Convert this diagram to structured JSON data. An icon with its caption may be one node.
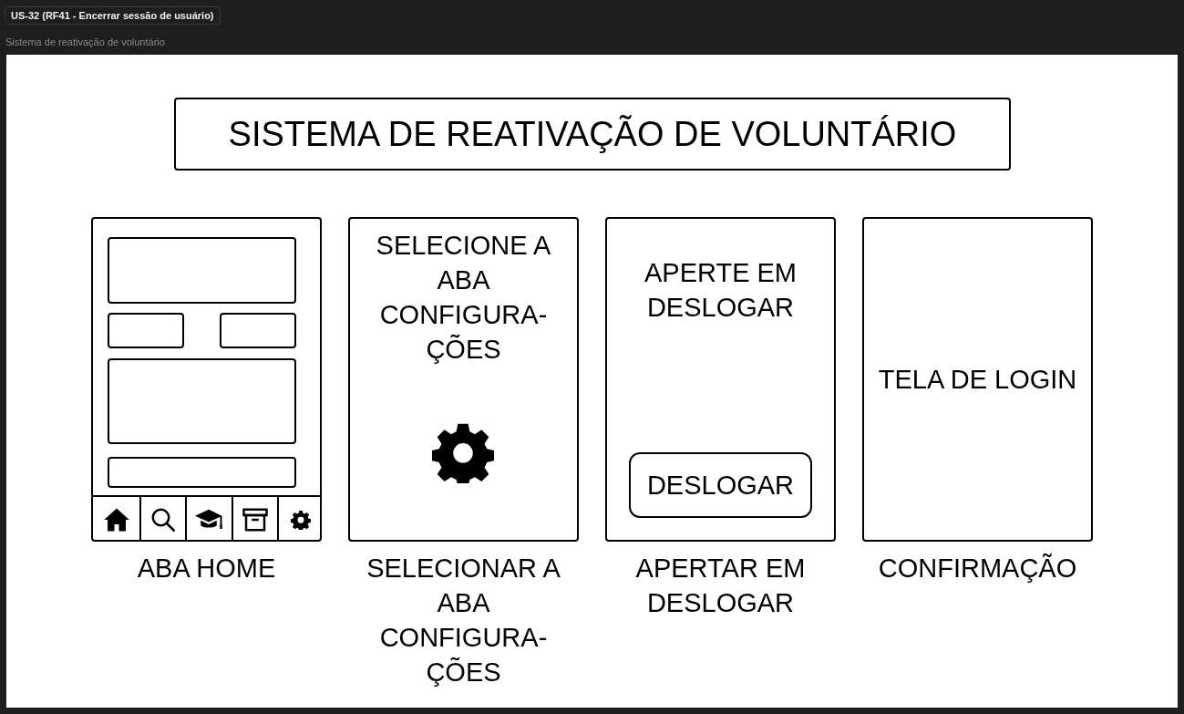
{
  "diagram": {
    "nodes": [
      {
        "text": [
          "SISTEMA DE REATIVAÇÃO DE VOLUNTÁRIO"
        ]
      },
      {
        "text": [],
        "shape": "box",
        "beside": [
          "ABA HOME"
        ]
      },
      {
        "text": [],
        "shape": "box",
        "in": 1
      },
      {
        "text": [],
        "shape": "box",
        "in": 1
      },
      {
        "text": [],
        "shape": "box",
        "in": 1
      },
      {
        "text": [],
        "shape": "box",
        "in": 1
      },
      {
        "text": [],
        "shape": "box",
        "in": 1
      },
      {
        "text": [
          "SELECIONE A ABA CONFIGURA- ÇÕES"
        ],
        "beside": [
          "SELECIONAR A ABA CONFIGURA- ÇÕES"
        ]
      },
      {
        "text": [
          "APERTE EM DESLOGAR"
        ],
        "beside": [
          "APERTAR EM DESLOGAR"
        ]
      },
      {
        "text": [
          "DESLOGAR"
        ],
        "in": 8
      },
      {
        "text": [
          "TELA DE LOGIN"
        ],
        "beside": [
          "CONFIRMAÇÃO"
        ]
      }
    ],
    "labels": [
      "US-32 (RF41 - Encerrar sessão de usuário)",
      "Sistema de reativação de voluntário"
    ]
  }
}
